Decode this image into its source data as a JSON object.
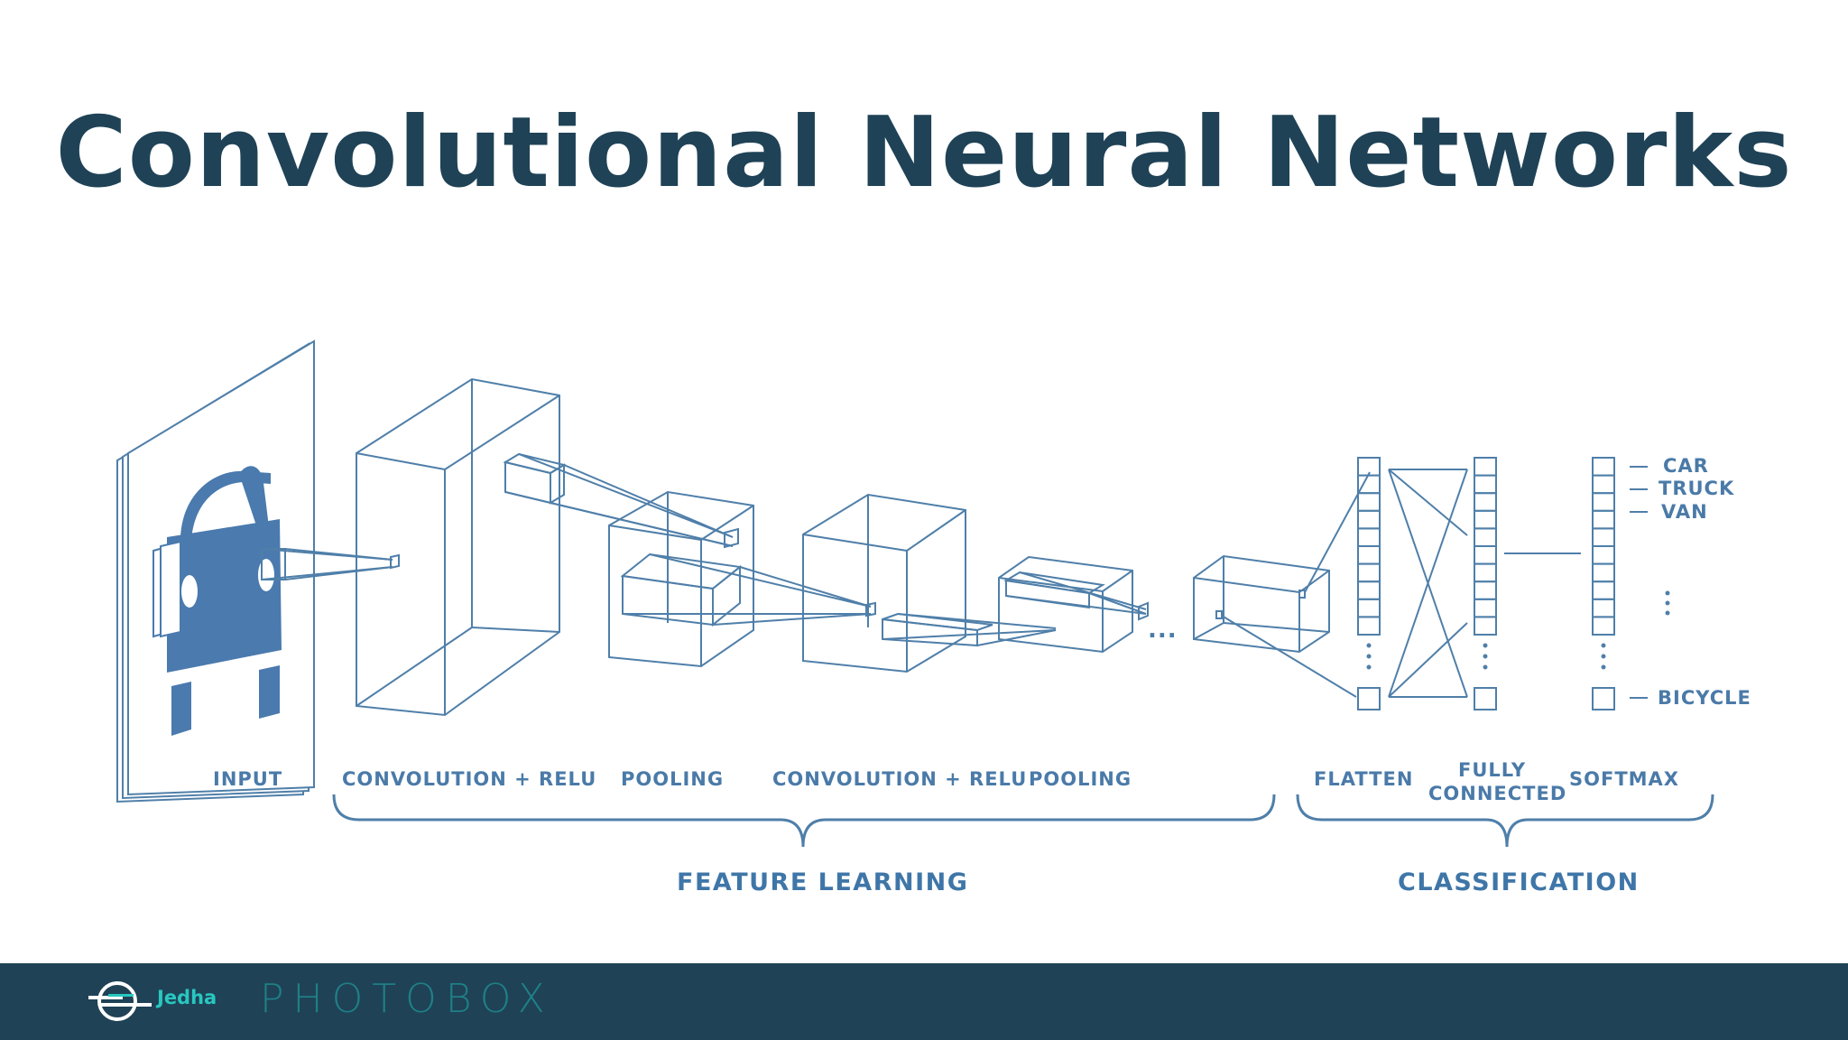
{
  "title": "Convolutional Neural Networks",
  "diagram": {
    "stage_labels": {
      "input": "INPUT",
      "conv1": "CONVOLUTION + RELU",
      "pool1": "POOLING",
      "conv2": "CONVOLUTION + RELU",
      "pool2": "POOLING",
      "flatten": "FLATTEN",
      "fully_connected_1": "FULLY",
      "fully_connected_2": "CONNECTED",
      "softmax": "SOFTMAX"
    },
    "group_labels": {
      "feature_learning": "FEATURE LEARNING",
      "classification": "CLASSIFICATION"
    },
    "output_classes": [
      "CAR",
      "TRUCK",
      "VAN",
      "BICYCLE"
    ],
    "ellipsis": "...",
    "accent_color": "#4f7fa9"
  },
  "footer": {
    "brand": "Jedha",
    "partner": "PHOTOBOX",
    "background": "#1f4256"
  }
}
